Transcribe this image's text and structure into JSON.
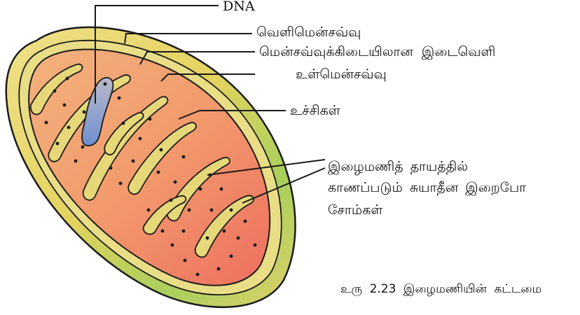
{
  "diagram": {
    "labels": {
      "dna": "DNA",
      "outer_membrane": "வெளிமென்சவ்வு",
      "intermembrane_space": "மென்சவ்வுக்கிடையிலான இடைவெளி",
      "inner_membrane": "உள்மென்சவ்வு",
      "cristae": "உச்சிகள்",
      "ribosomes_line1": "இழைமணித் தாயத்தில்",
      "ribosomes_line2": "காணப்படும் சுயாதீன இறைபோ",
      "ribosomes_line3": "சோம்கள்",
      "caption": "உரு 2.23 இழைமணியின் கட்டமை"
    },
    "colors": {
      "outer_fill": "#e6d66a",
      "outer_green": "#9cc955",
      "interior_orange": "#f1a571",
      "interior_red": "#ee7a64",
      "dna_blue": "#7f98c8",
      "outline": "#1a1a1a"
    }
  }
}
